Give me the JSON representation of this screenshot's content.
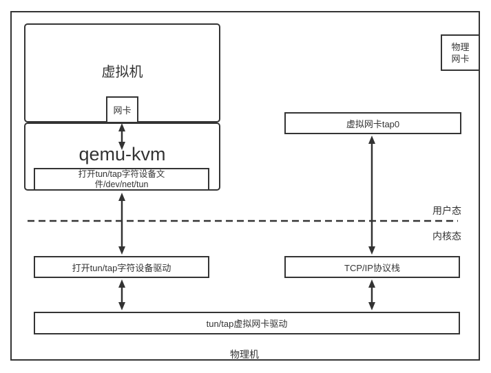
{
  "diagram": {
    "colors": {
      "line": "#333333",
      "background": "#ffffff"
    },
    "host": {
      "label": "物理机"
    },
    "vm": {
      "label": "虚拟机"
    },
    "nic": {
      "label": "网卡"
    },
    "qemu": {
      "label": "qemu-kvm"
    },
    "tun_file": {
      "label": "打开tun/tap字符设备文\n件/dev/net/tun"
    },
    "physical_nic": {
      "label": "物理\n网卡"
    },
    "tap0": {
      "label": "虚拟网卡tap0"
    },
    "tun_char_driver": {
      "label": "打开tun/tap字符设备驱动"
    },
    "tcpip": {
      "label": "TCP/IP协议栈"
    },
    "tun_nic_driver": {
      "label": "tun/tap虚拟网卡驱动"
    },
    "modes": {
      "user": "用户态",
      "kernel": "内核态"
    }
  }
}
